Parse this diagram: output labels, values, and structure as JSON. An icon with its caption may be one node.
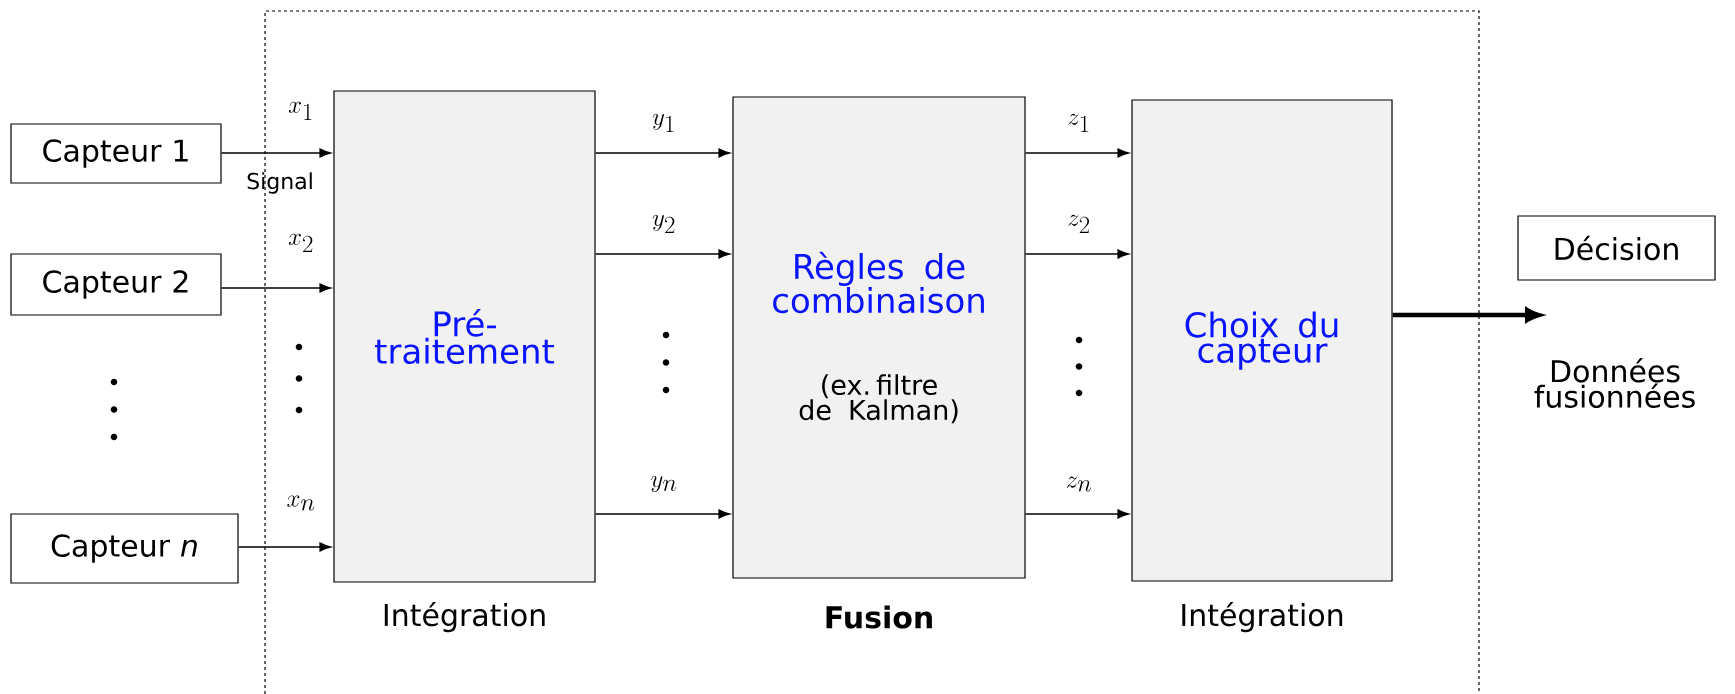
{
  "diagram": {
    "nodes": [
      {
        "text": [],
        "shape": "box"
      },
      {
        "text": [
          "Capteur 1"
        ]
      },
      {
        "text": [
          "Capteur 2"
        ]
      },
      {
        "text": [
          "Capteur *n*"
        ]
      },
      {
        "text": [
          "Pré-traitement"
        ],
        "in": 0,
        "beside": [
          "Intégration"
        ]
      },
      {
        "text": [
          "Règles de combinaison",
          "(ex. filtre de Kalman)"
        ],
        "in": 0,
        "beside": [
          "Fusion"
        ]
      },
      {
        "text": [
          "Choix du capteur"
        ],
        "in": 0,
        "beside": [
          "Intégration"
        ]
      },
      {
        "text": [
          "Décision"
        ]
      }
    ],
    "edges": [
      {
        "from": 1,
        "to": 4,
        "arrow": "to",
        "label": "x_1"
      },
      {
        "from": 2,
        "to": 4,
        "arrow": "to",
        "label": "x_2"
      },
      {
        "from": 3,
        "to": 4,
        "arrow": "to",
        "label": "x_n"
      },
      {
        "from": 4,
        "to": 5,
        "arrow": "to",
        "label": "y_1"
      },
      {
        "from": 4,
        "to": 5,
        "arrow": "to",
        "label": "y_2"
      },
      {
        "from": 4,
        "to": 5,
        "arrow": "to",
        "label": "y_n"
      },
      {
        "from": 5,
        "to": 6,
        "arrow": "to",
        "label": "z_1"
      },
      {
        "from": 5,
        "to": 6,
        "arrow": "to",
        "label": "z_2"
      },
      {
        "from": 5,
        "to": 6,
        "arrow": "to",
        "label": "z_n"
      },
      {
        "from": 6,
        "to": null,
        "arrow": "to",
        "style": "thick"
      }
    ],
    "labels": [
      "Signal",
      "Données fusionnées"
    ]
  }
}
